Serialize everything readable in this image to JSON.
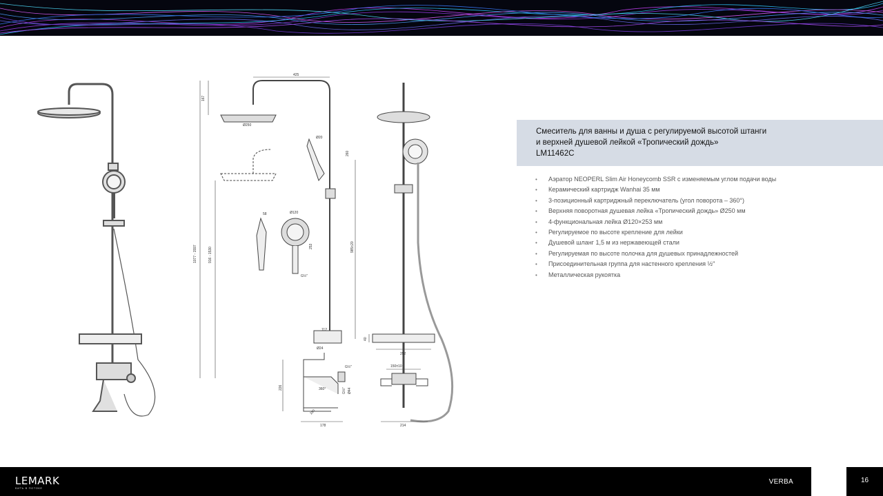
{
  "product": {
    "title_line1": "Смеситель для ванны и душа с регулируемой высотой штанги",
    "title_line2": "и верхней душевой лейкой «Тропический дождь»",
    "model": "LM11462C"
  },
  "features": [
    "Аэратор NEOPERL Slim Air Honeycomb SSR с изменяемым углом подачи воды",
    "Керамический картридж Wanhai 35 мм",
    "3-позиционный картриджный переключатель (угол поворота – 360°)",
    "Верхняя поворотная душевая лейка «Тропический дождь» Ø250 мм",
    "4-функциональная лейка Ø120×253 мм",
    "Регулируемое по высоте крепление для лейки",
    "Душевой шланг 1,5 м из нержавеющей стали",
    "Регулируемая по высоте полочка для душевых принадлежностей",
    "Присоединительная группа для настенного крепления ½″",
    "Металлическая рукоятка"
  ],
  "dimensions": {
    "top_width": "425",
    "head_drop": "167",
    "head_diameter": "Ø250",
    "total_height": "1077 - 1597",
    "head_height": "916 - 1530",
    "bar_diameter": "Ø20",
    "wall_offset": "260",
    "rail_length": "985±20",
    "hand_width": "58",
    "hand_diameter": "Ø120",
    "hand_length": "253",
    "hand_thread": "G½″",
    "shelf_width": "112",
    "tube_diameter": "Ø24",
    "inlet_thread": "G½″",
    "outlet_thread": "G½″",
    "body_diameter": "Ø44",
    "body_height": "226",
    "rotation": "360°",
    "spout_len": "160",
    "base_width": "178",
    "side_shelf": "292",
    "shelf_height": "40",
    "centers": "150±10",
    "side_width": "214"
  },
  "footer": {
    "brand": "LEMARK",
    "tagline": "БИТЬ В ПОТОКЕ",
    "series": "VERBA",
    "page_number": "16"
  },
  "colors": {
    "banner_bg": "#05060f",
    "title_box": "#d6dce5",
    "footer_bg": "#000000"
  }
}
